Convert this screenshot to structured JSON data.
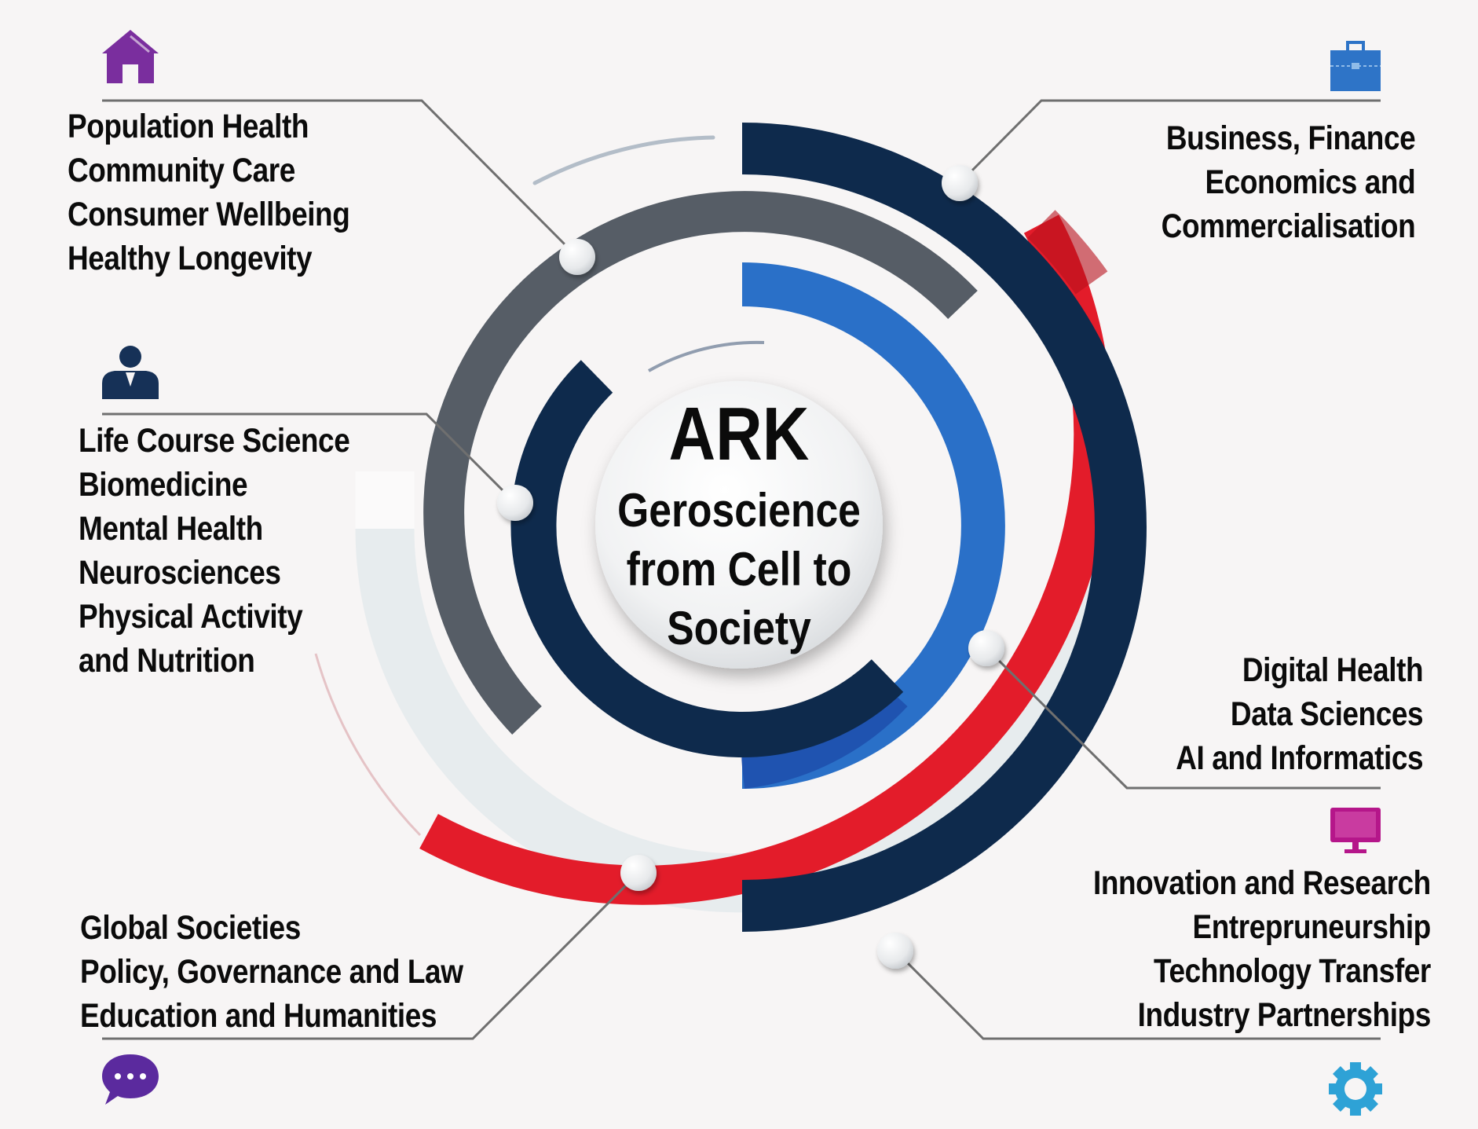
{
  "center": {
    "title": "ARK",
    "subtitle_lines": [
      "Geroscience",
      "from Cell to",
      "Society"
    ]
  },
  "blocks": {
    "top_left": {
      "icon": "home-icon",
      "icon_color": "#7a2e9e",
      "lines": [
        "Population Health",
        "Community Care",
        "Consumer Wellbeing",
        "Healthy Longevity"
      ]
    },
    "mid_left": {
      "icon": "person-icon",
      "icon_color": "#163157",
      "lines": [
        "Life Course Science",
        "Biomedicine",
        "Mental Health",
        "Neurosciences",
        "Physical Activity",
        "and Nutrition"
      ]
    },
    "bottom_left": {
      "icon": "chat-bubble-icon",
      "icon_color": "#5b2a9e",
      "lines": [
        "Global Societies",
        "Policy, Governance and Law",
        "Education and Humanities"
      ]
    },
    "top_right": {
      "icon": "briefcase-icon",
      "icon_color": "#2e74c7",
      "lines": [
        "Business, Finance",
        "Economics and",
        "Commercialisation"
      ]
    },
    "mid_right": {
      "icon": "monitor-icon",
      "icon_color": "#b5168a",
      "lines": [
        "Digital Health",
        "Data Sciences",
        "AI and Informatics"
      ]
    },
    "bottom_right": {
      "icon": "gear-icon",
      "icon_color": "#2ea2d6",
      "lines": [
        "Innovation and Research",
        "Entrepruneurship",
        "Technology Transfer",
        "Industry Partnerships"
      ]
    }
  },
  "colors": {
    "background": "#f7f5f5",
    "navy": "#0e2a4c",
    "blue": "#2a70c8",
    "grey": "#565d66",
    "red": "#e31c2a",
    "light": "#e9eef0",
    "text": "#0b0b0b"
  }
}
